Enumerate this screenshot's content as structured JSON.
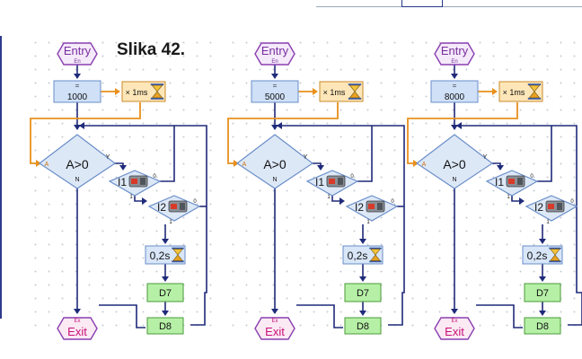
{
  "caption": "Slika 42.",
  "labels": {
    "entry": "Entry",
    "entry_port": "En",
    "exit": "Exit",
    "exit_port": "Ex",
    "assign_symbol": "=",
    "wait_unit": "× 1ms",
    "condition": "A>0",
    "cond_port_a": "A",
    "cond_yes": "Y",
    "cond_no": "N",
    "input1": "I1",
    "input2": "I2",
    "branch_zero": "0",
    "branch_one": "1",
    "delay": "0,2s",
    "output1": "D7",
    "output2": "D8"
  },
  "programs": [
    {
      "value": "1000"
    },
    {
      "value": "5000"
    },
    {
      "value": "8000"
    }
  ],
  "colors": {
    "entry_border": "#8a3fb0",
    "entry_text": "#7a2ea0",
    "exit_text": "#c8107a",
    "wire_blue": "#1f2a7a",
    "wire_orange": "#e8901c",
    "assign_fill": "#cfe0f7",
    "wait_fill": "#fde6b8",
    "output_fill": "#b6f0a6",
    "delay_fill": "#d8e6f8"
  }
}
